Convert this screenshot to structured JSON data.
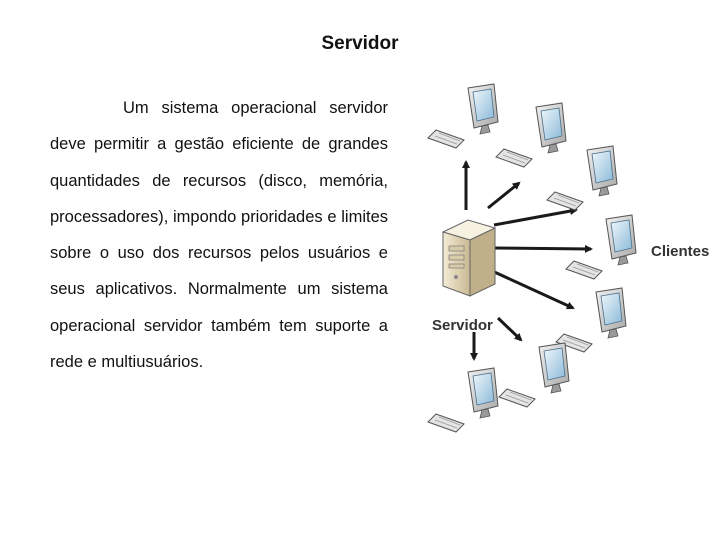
{
  "page": {
    "title": "Servidor",
    "paragraph": "Um sistema operacional servidor deve permitir a gestão eficiente de grandes quantidades de recursos (disco, memória, processadores), impondo prioridades e limites sobre o uso dos recursos pelos usuários e seus aplicativos. Normalmente um sistema operacional servidor também tem suporte a rede e multiusuários."
  },
  "diagram": {
    "server_label": "Servidor",
    "clients_label": "Clientes",
    "client_count": 7,
    "colors": {
      "arrow": "#1a1a1a",
      "monitor_screen": "#b8d8ee",
      "case": "#e8dcc0"
    }
  }
}
